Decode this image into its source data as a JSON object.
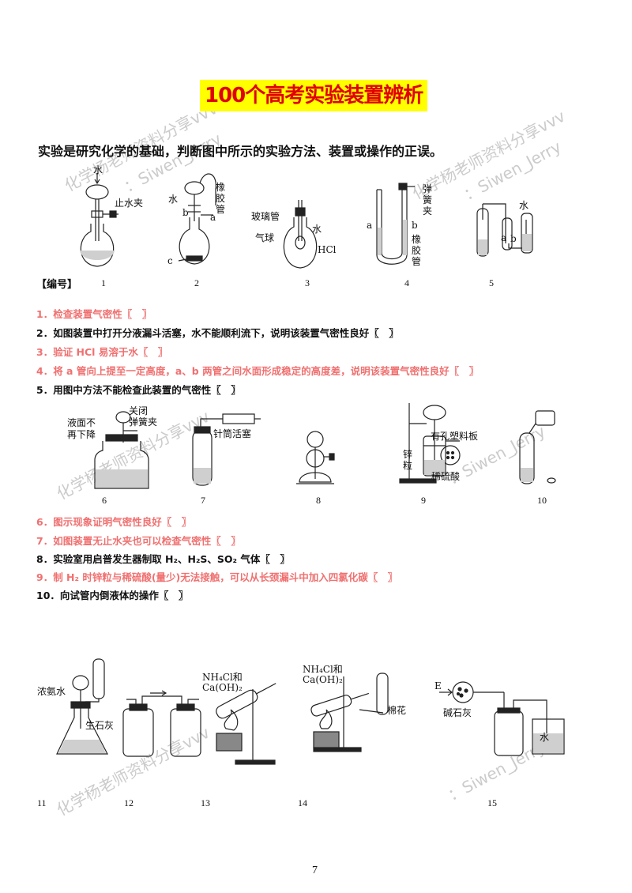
{
  "title": "100个高考实验装置辨析",
  "intro": "实验是研究化学的基础，判断图中所示的实验方法、装置或操作的正误。",
  "bianhao_label": "【编号】",
  "figure_numbers": [
    "1",
    "2",
    "3",
    "4",
    "5",
    "6",
    "7",
    "8",
    "9",
    "10",
    "11",
    "12",
    "13",
    "14",
    "15"
  ],
  "figure_labels": {
    "f1": [
      "水",
      "止水夹"
    ],
    "f2": [
      "水",
      "橡",
      "胶",
      "管",
      "b",
      "a",
      "c"
    ],
    "f3": [
      "玻璃管",
      "气球",
      "水",
      "HCl"
    ],
    "f4": [
      "弹",
      "簧",
      "夹",
      "a",
      "b",
      "橡",
      "胶",
      "管"
    ],
    "f5": [
      "水",
      "a",
      "b"
    ],
    "f6": [
      "液面不",
      "再下降",
      "关闭",
      "弹簧夹"
    ],
    "f7": [
      "针筒活塞"
    ],
    "f9": [
      "有孔塑料板",
      "锌",
      "粒",
      "稀硫酸"
    ],
    "f11": [
      "浓氨水",
      "生石灰"
    ],
    "f13": [
      "NH₄Cl和",
      "Ca(OH)₂"
    ],
    "f14": [
      "NH₄Cl和",
      "Ca(OH)₂",
      "棉花"
    ],
    "f15": [
      "E",
      "碱石灰",
      "水"
    ]
  },
  "questions": [
    {
      "text": "1．检查装置气密性〖　〗",
      "color": "red"
    },
    {
      "text": "2．如图装置中打开分液漏斗活塞，水不能顺利流下，说明该装置气密性良好〖　〗",
      "color": "black"
    },
    {
      "text": "3．验证 HCl 易溶于水〖　〗",
      "color": "red"
    },
    {
      "text": "4．将 a 管向上提至一定高度，a、b 两管之间水面形成稳定的高度差，说明该装置气密性良好〖　〗",
      "color": "red"
    },
    {
      "text": "5．用图中方法不能检查此装置的气密性〖　〗",
      "color": "black"
    },
    {
      "text": "6．图示现象证明气密性良好〖　〗",
      "color": "red"
    },
    {
      "text": "7．如图装置无止水夹也可以检查气密性〖　〗",
      "color": "red"
    },
    {
      "text": "8．实验室用启普发生器制取 H₂、H₂S、SO₂ 气体〖　〗",
      "color": "black"
    },
    {
      "text": "9．制 H₂ 时锌粒与稀硫酸(量少)无法接触，可以从长颈漏斗中加入四氯化碳〖　〗",
      "color": "red"
    },
    {
      "text": "10．向试管内倒液体的操作〖　〗",
      "color": "black"
    }
  ],
  "watermarks": [
    "化学杨老师资料分享vvv",
    "：Siwen_Jerry",
    "化学杨老师资料分享vvv",
    "：Siwen_Jerry",
    "化学杨老师资料分享vvv",
    "：Siwen_Jerry",
    "化学杨老师资料分享vvv",
    "：Siwen_Jerry"
  ],
  "page_number": "7",
  "colors": {
    "title_bg": "#ffff00",
    "title_text": "#e00000",
    "red_question": "#f07070"
  }
}
